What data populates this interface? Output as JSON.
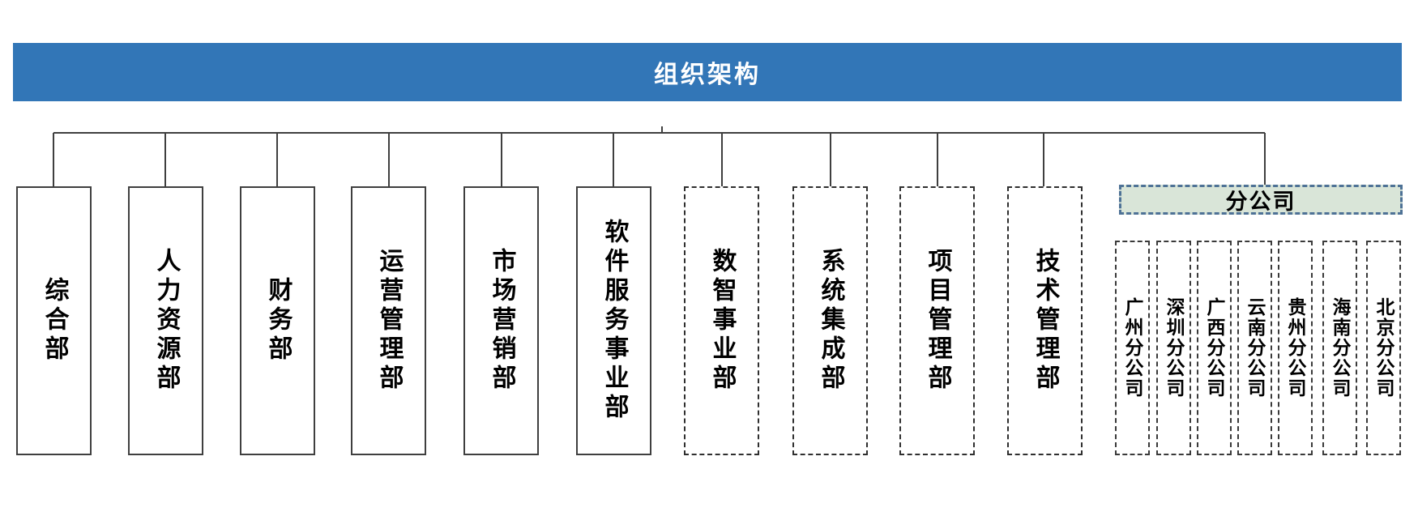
{
  "title": {
    "text": "组织架构"
  },
  "colors": {
    "banner_background": "#3276B7",
    "banner_text": "#FFFFFF",
    "box_border": "#3F3F3F",
    "connector_line": "#3F3F3F",
    "branch_header_fill": "#D9E5D8",
    "branch_header_border": "#4E7296",
    "department_text": "#000000"
  },
  "departments": [
    {
      "label": "综合部"
    },
    {
      "label": "人力资源部"
    },
    {
      "label": "财务部"
    },
    {
      "label": "运营管理部"
    },
    {
      "label": "市场营销部"
    },
    {
      "label": "软件服务事业部"
    },
    {
      "label": "数智事业部"
    },
    {
      "label": "系统集成部"
    },
    {
      "label": "项目管理部"
    },
    {
      "label": "技术管理部"
    }
  ],
  "branch_group": {
    "label": "分公司",
    "branches": [
      {
        "label": "广州分公司"
      },
      {
        "label": "深圳分公司"
      },
      {
        "label": "广西分公司"
      },
      {
        "label": "云南分公司"
      },
      {
        "label": "贵州分公司"
      },
      {
        "label": "海南分公司"
      },
      {
        "label": "北京分公司"
      }
    ]
  }
}
